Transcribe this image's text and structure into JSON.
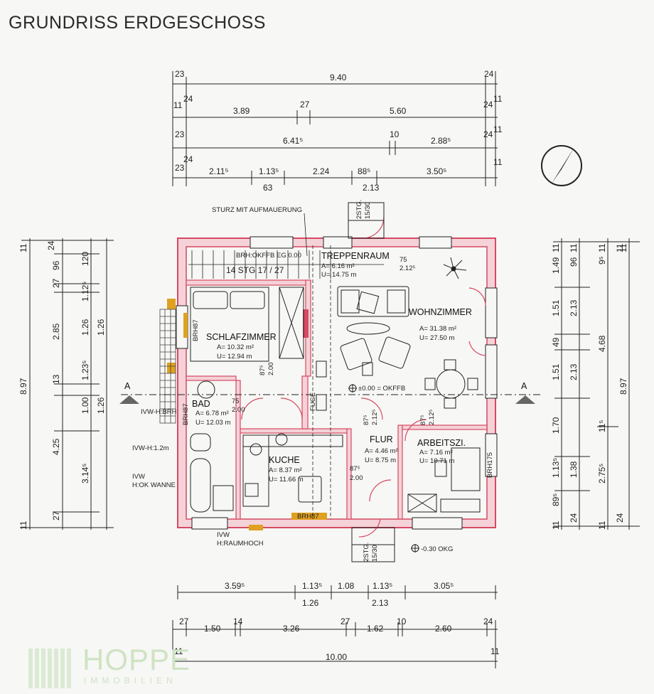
{
  "title": "GRUNDRISS ERDGESCHOSS",
  "colors": {
    "wall": "#d64a62",
    "wall_fill": "#f4d2d8",
    "line": "#222222",
    "accent": "#e0a020",
    "logo": "#cfe3c4"
  },
  "top_dims": {
    "r1": [
      "23",
      "9.40",
      "24"
    ],
    "r2": [
      "11",
      "24",
      "3.89",
      "27",
      "5.60",
      "24",
      "11"
    ],
    "r3": [
      "23",
      "6.41⁵",
      "10",
      "2.88⁵",
      "24",
      "11"
    ],
    "r4": [
      "23",
      "24",
      "2.11⁵",
      "1.13⁵",
      "2.24",
      "88⁵",
      "3.50⁵",
      "11"
    ],
    "r4b": [
      "63",
      "2.13"
    ]
  },
  "left_dims": {
    "a": [
      "11",
      "24",
      "96",
      "27",
      "2.85",
      "13",
      "4.25",
      "27",
      "11"
    ],
    "b": [
      "120",
      "1.12⁵",
      "1.26",
      "1.23⁵",
      "1.00",
      "3.14⁵"
    ],
    "c": [
      "1.26",
      "1.26"
    ],
    "total": "8.97"
  },
  "right_dims": {
    "a": [
      "11",
      "1.49",
      "1.51",
      "49",
      "1.51",
      "1.70",
      "1.13⁵",
      "89⁵",
      "11"
    ],
    "b": [
      "11",
      "96",
      "2.13",
      "2.13",
      "1.38",
      "24"
    ],
    "c": [
      "11",
      "9⁵",
      "4.68",
      "11⁵",
      "2.75⁵",
      "11"
    ],
    "d": [
      "11",
      "24"
    ],
    "total": "8.97"
  },
  "bottom_dims": {
    "r1": [
      "3.59⁵",
      "1.13⁵",
      "1.08",
      "1.13⁵",
      "3.05⁵"
    ],
    "r1b": [
      "1.26",
      "2.13"
    ],
    "r2": [
      "27",
      "1.50",
      "14",
      "3.26",
      "27",
      "1.62",
      "10",
      "2.60",
      "24"
    ],
    "r3": [
      "11",
      "10.00",
      "11"
    ]
  },
  "rooms": {
    "schlafzimmer": {
      "name": "SCHLAFZIMMER",
      "area": "A= 10.32 m²",
      "perim": "U= 12.94 m"
    },
    "wohnzimmer": {
      "name": "WOHNZIMMER",
      "area": "A= 31.38 m²",
      "perim": "U= 27.50 m"
    },
    "treppenraum": {
      "name": "TREPPENRAUM",
      "area": "A= 6.16 m²",
      "perim": "U= 14.75 m"
    },
    "bad": {
      "name": "BAD",
      "area": "A= 6.78 m²",
      "perim": "U= 12.03 m"
    },
    "kueche": {
      "name": "KUCHE",
      "area": "A= 8.37 m²",
      "perim": "U= 11.66 m"
    },
    "flur": {
      "name": "FLUR",
      "area": "A= 4.46 m²",
      "perim": "U= 8.75 m"
    },
    "arbeitszimmer": {
      "name": "ARBEITSZI.",
      "area": "A= 7.16 m²",
      "perim": "U= 10.71 m"
    }
  },
  "labels": {
    "sturz": "STURZ MIT AUFMAUERUNG",
    "brh": "BRH:OKFFB EG 0.00",
    "stg": "14 STG 17 / 27",
    "stg2": "2STG.",
    "stg2b": "15/30",
    "stg3": "2STG.",
    "stg3b": "15/30",
    "okffb": "±0.00 = OKFFB",
    "okg": "-0.30 OKG",
    "ivw1": "IVW-H:BRH",
    "ivw2": "IVW-H:1.2m",
    "ivw3a": "IVW",
    "ivw3b": "H:OK WANNE",
    "ivw4a": "IVW",
    "ivw4b": "H:RAUMHOCH",
    "brh87a": "BRH87",
    "brh87b": "BRH87",
    "brh87c": "BRH87",
    "brh175": "BRH175",
    "fuge": "FUGE",
    "section_a": "A",
    "section_b": "A",
    "d1a": "75",
    "d1b": "2.12⁵",
    "d2a": "87⁵",
    "d2b": "2.00",
    "d3a": "75",
    "d3b": "2.00",
    "d4a": "87⁵",
    "d4b": "2.12⁵",
    "d5a": "87⁵",
    "d5b": "2.12⁵",
    "d6a": "87⁵",
    "d6b": "2.00"
  },
  "logo": {
    "name": "HOPPE",
    "sub": "IMMOBILIEN"
  }
}
